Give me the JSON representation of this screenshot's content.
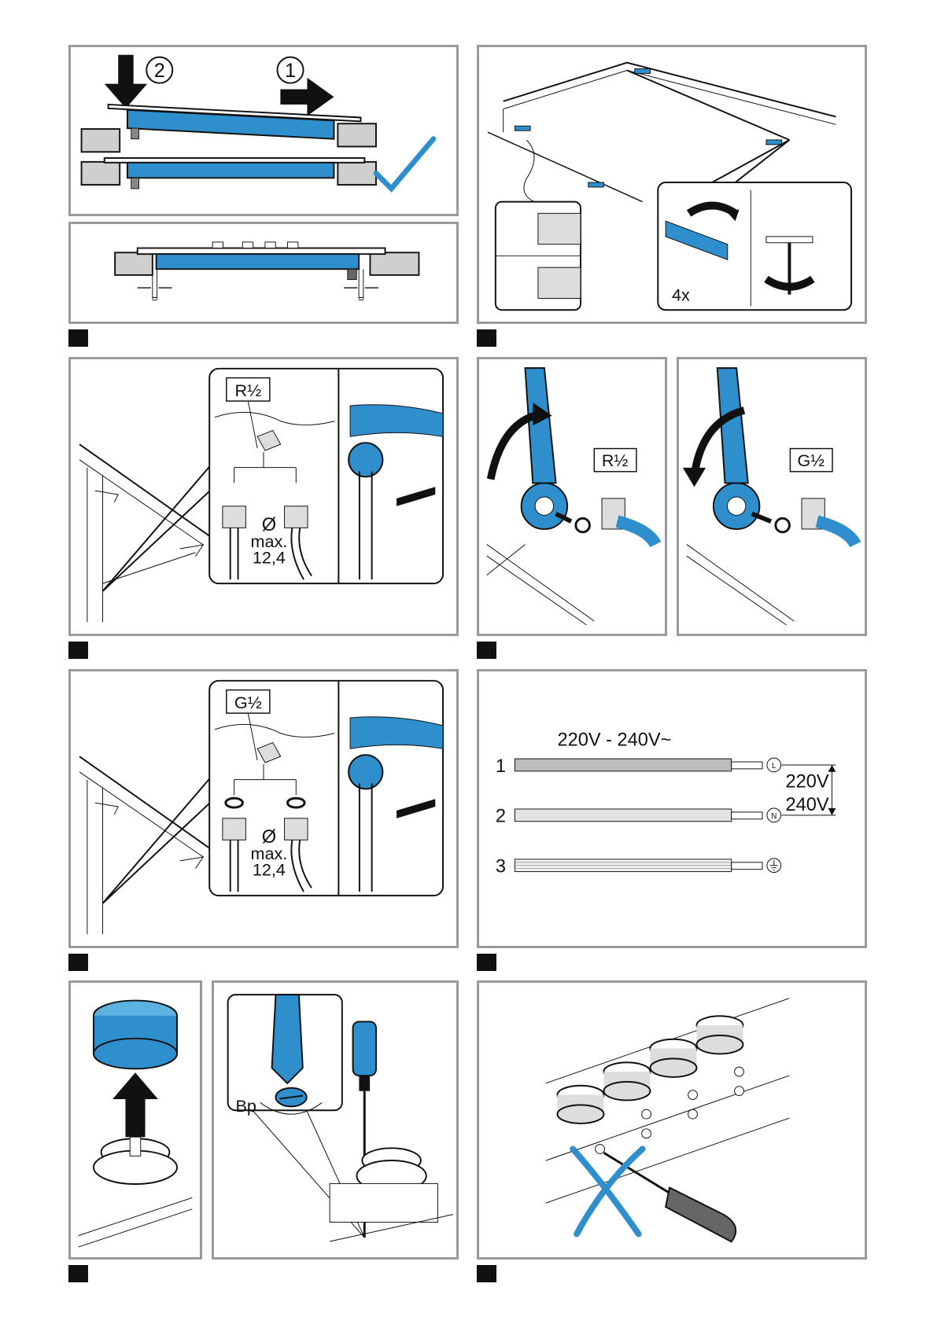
{
  "colors": {
    "accent": "#2f8fcd",
    "frame": "#9a9a9a",
    "wood": "#c8c8c8"
  },
  "step1": {
    "n1": "1",
    "n2": "2",
    "check_icon": "checkmark-icon"
  },
  "step2": {
    "qty": "4x"
  },
  "step3": {
    "thread": "R½",
    "dia_symbol": "Ø",
    "max_label": "max.",
    "max_value": "12,4"
  },
  "step4": {
    "left_thread": "R½",
    "right_thread": "G½"
  },
  "step5": {
    "thread": "G½",
    "dia_symbol": "Ø",
    "max_label": "max.",
    "max_value": "12,4"
  },
  "step6": {
    "voltage": "220V - 240V~",
    "wires": [
      {
        "num": "1",
        "term": "L"
      },
      {
        "num": "2",
        "term": "N"
      },
      {
        "num": "3",
        "term": "earth-icon"
      }
    ],
    "range_top": "220V",
    "range_bottom": "240V"
  },
  "step8": {
    "bypass": "Bp"
  }
}
